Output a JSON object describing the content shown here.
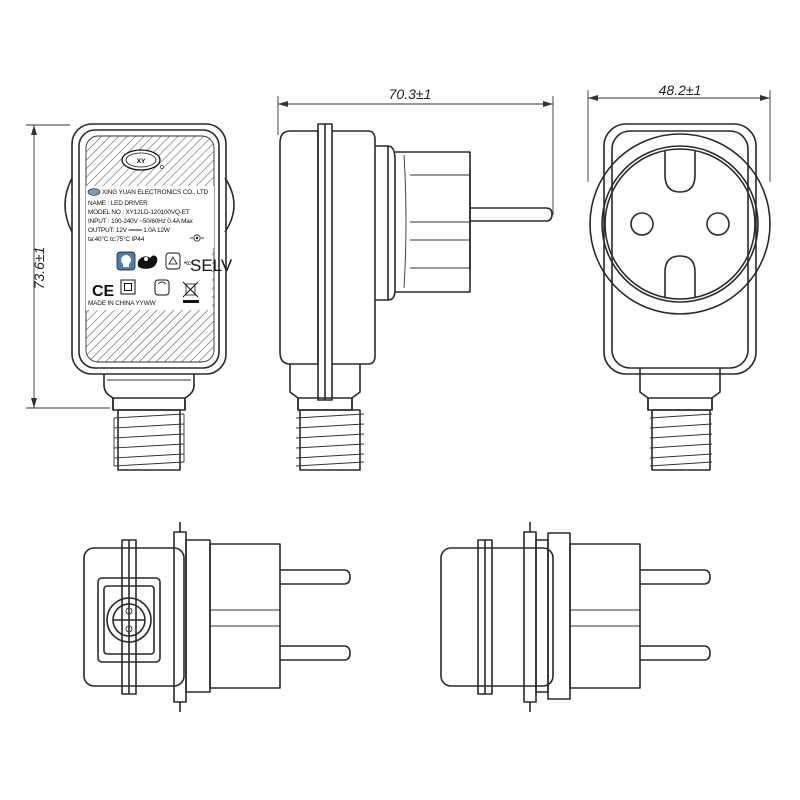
{
  "dimensions": {
    "length": "70.3±1",
    "width": "48.2±1",
    "height": "73.6±1"
  },
  "label": {
    "manufacturer": "XING YUAN ELECTRONICS CO., LTD",
    "name": "NAME : LED DRIVER",
    "model": "MODEL NO : XY12LD-120100VQ-ET",
    "input": "INPUT : 100-240V ~50/60Hz 0.4A Max",
    "output": "OUTPUT: 12V ═══ 1.0A 12W",
    "ratings": "ta:40°C  tc:75°C  IP44",
    "selv": "SELV",
    "ce_mark": "CE",
    "made_in": "MADE IN CHINA YYWW",
    "logo": "XY",
    "temp_mark": "•tc"
  },
  "icons": {
    "logo": "xy-logo-icon",
    "ce": "ce-mark-icon",
    "double_insulation": "double-square-icon",
    "weee": "crossed-bin-icon",
    "led": "led-bulb-icon"
  }
}
